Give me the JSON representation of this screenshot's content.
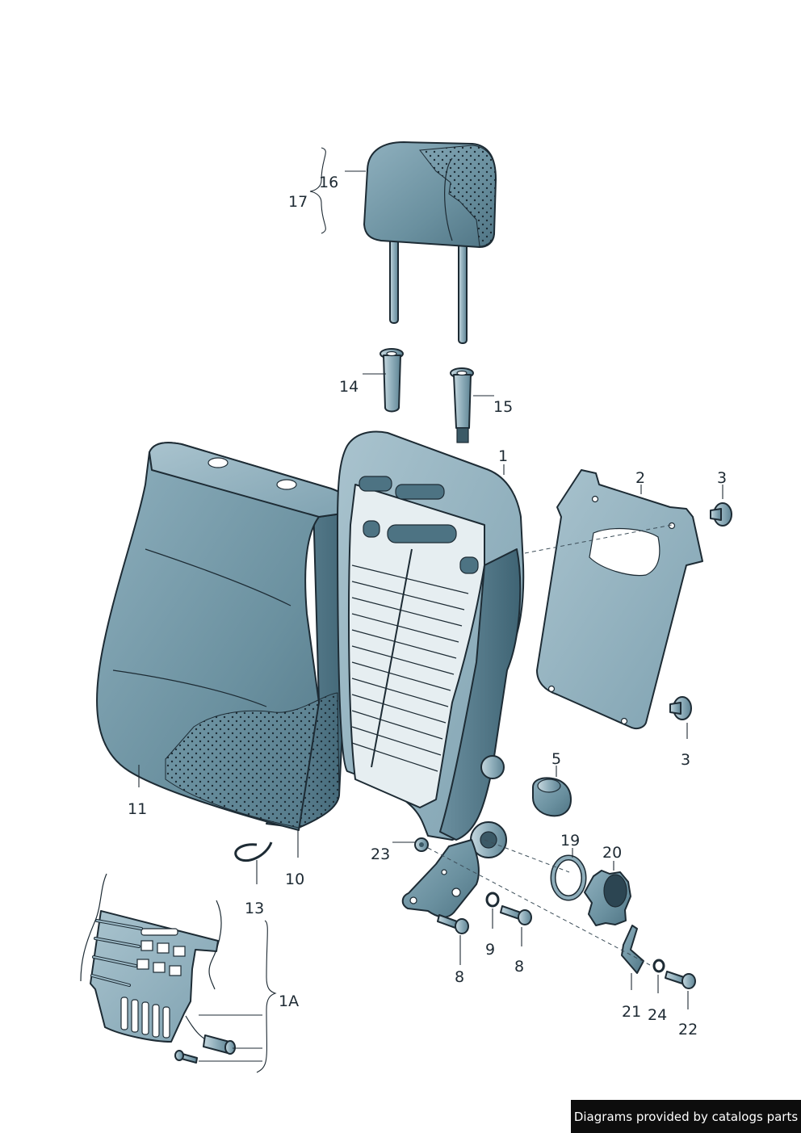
{
  "diagram": {
    "callouts": [
      {
        "id": "c1",
        "text": "1"
      },
      {
        "id": "c2",
        "text": "2"
      },
      {
        "id": "c3a",
        "text": "3"
      },
      {
        "id": "c3b",
        "text": "3"
      },
      {
        "id": "c5",
        "text": "5"
      },
      {
        "id": "c8a",
        "text": "8"
      },
      {
        "id": "c8b",
        "text": "8"
      },
      {
        "id": "c9",
        "text": "9"
      },
      {
        "id": "c10",
        "text": "10"
      },
      {
        "id": "c11",
        "text": "11"
      },
      {
        "id": "c13",
        "text": "13"
      },
      {
        "id": "c14",
        "text": "14"
      },
      {
        "id": "c15",
        "text": "15"
      },
      {
        "id": "c16",
        "text": "16"
      },
      {
        "id": "c17",
        "text": "17"
      },
      {
        "id": "c19",
        "text": "19"
      },
      {
        "id": "c20",
        "text": "20"
      },
      {
        "id": "c21",
        "text": "21"
      },
      {
        "id": "c22",
        "text": "22"
      },
      {
        "id": "c23",
        "text": "23"
      },
      {
        "id": "c24",
        "text": "24"
      },
      {
        "id": "c1A",
        "text": "1A"
      }
    ],
    "colors": {
      "part_fill": "#6f95a5",
      "part_fill_light": "#9cb9c6",
      "part_fill_dark": "#4d7383",
      "outline": "#1d2b34",
      "leader": "#1e2a33"
    }
  },
  "credit": "Diagrams provided by catalogs parts"
}
